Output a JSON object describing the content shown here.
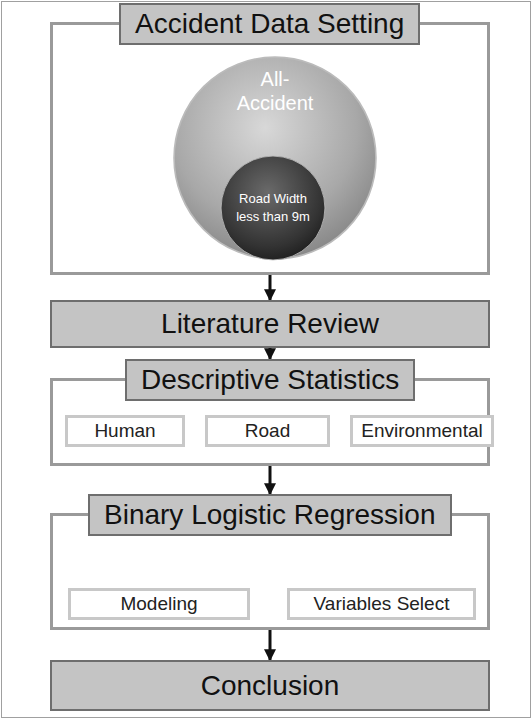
{
  "diagram": {
    "nodes": [
      {
        "text": [
          "Accident Data Setting"
        ]
      },
      {
        "text": [
          "All- Accident"
        ],
        "in": 0
      },
      {
        "text": [
          "Road Width less than 9m"
        ],
        "in": 1
      },
      {
        "text": [
          "Literature Review"
        ]
      },
      {
        "text": [
          "Descriptive Statistics"
        ]
      },
      {
        "text": [
          "Human"
        ],
        "in": 4
      },
      {
        "text": [
          "Road"
        ],
        "in": 4
      },
      {
        "text": [
          "Environmental"
        ],
        "in": 4
      },
      {
        "text": [
          "Binary Logistic Regression"
        ]
      },
      {
        "text": [
          "Modeling"
        ],
        "in": 8
      },
      {
        "text": [
          "Variables Select"
        ],
        "in": 8
      },
      {
        "text": [
          "Conclusion"
        ]
      }
    ],
    "edges": [
      {
        "from": 0,
        "to": 3,
        "arrow": "to"
      },
      {
        "from": 3,
        "to": 4,
        "arrow": "to"
      },
      {
        "from": 4,
        "to": 8,
        "arrow": "to"
      },
      {
        "from": 8,
        "to": 11,
        "arrow": "to"
      }
    ]
  }
}
